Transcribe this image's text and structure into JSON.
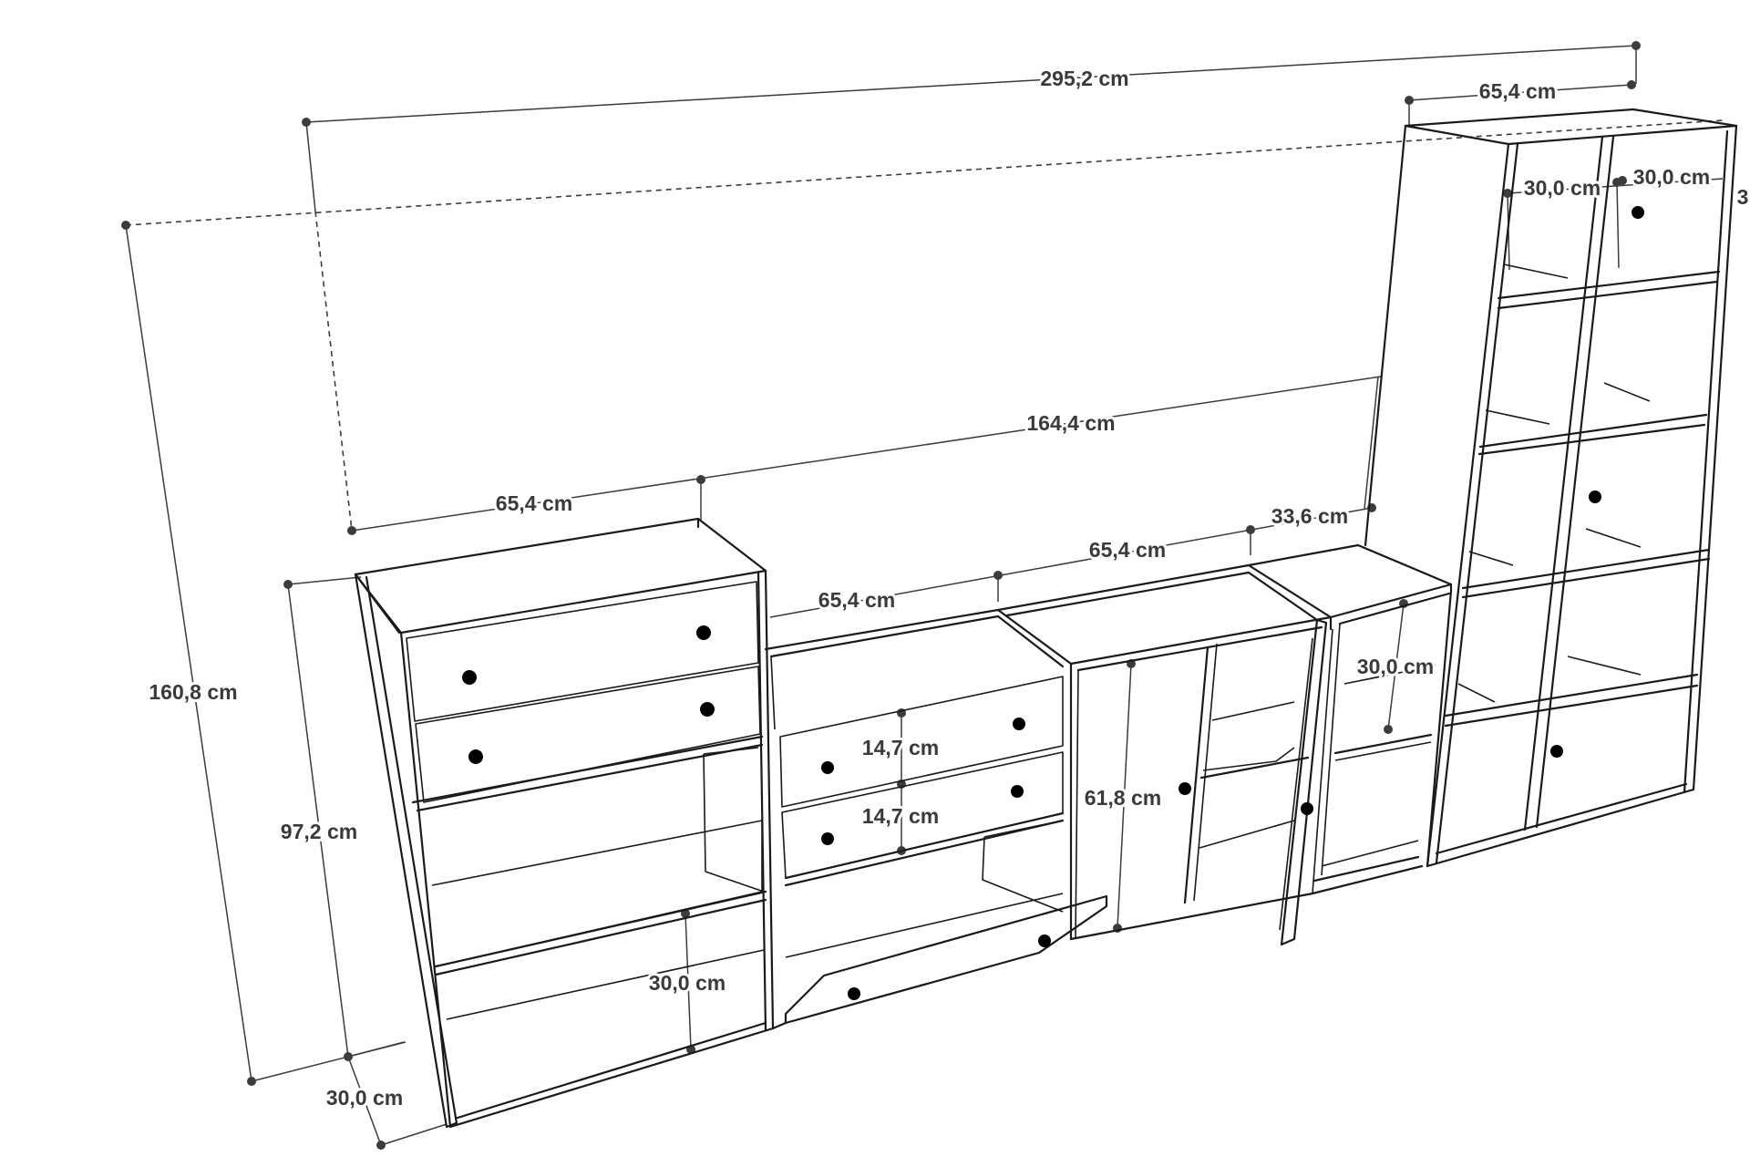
{
  "dimensions": {
    "overall_width": "295,2 cm",
    "tower_width": "65,4 cm",
    "tower_cell_width_left": "30,0 cm",
    "tower_cell_width_right": "30,0 cm",
    "tower_cell_height_partial": "3",
    "low_run_width": "164,4 cm",
    "overall_height": "160,8 cm",
    "left_unit_width": "65,4 cm",
    "drawer_unit_width": "65,4 cm",
    "door_unit_width": "65,4 cm",
    "narrow_unit_width": "33,6 cm",
    "low_unit_height": "97,2 cm",
    "drawer_height_top": "14,7 cm",
    "drawer_height_bottom": "14,7 cm",
    "door_height": "61,8 cm",
    "left_shelf_height": "30,0 cm",
    "narrow_shelf_height": "30,0 cm",
    "depth": "30,0 cm"
  }
}
